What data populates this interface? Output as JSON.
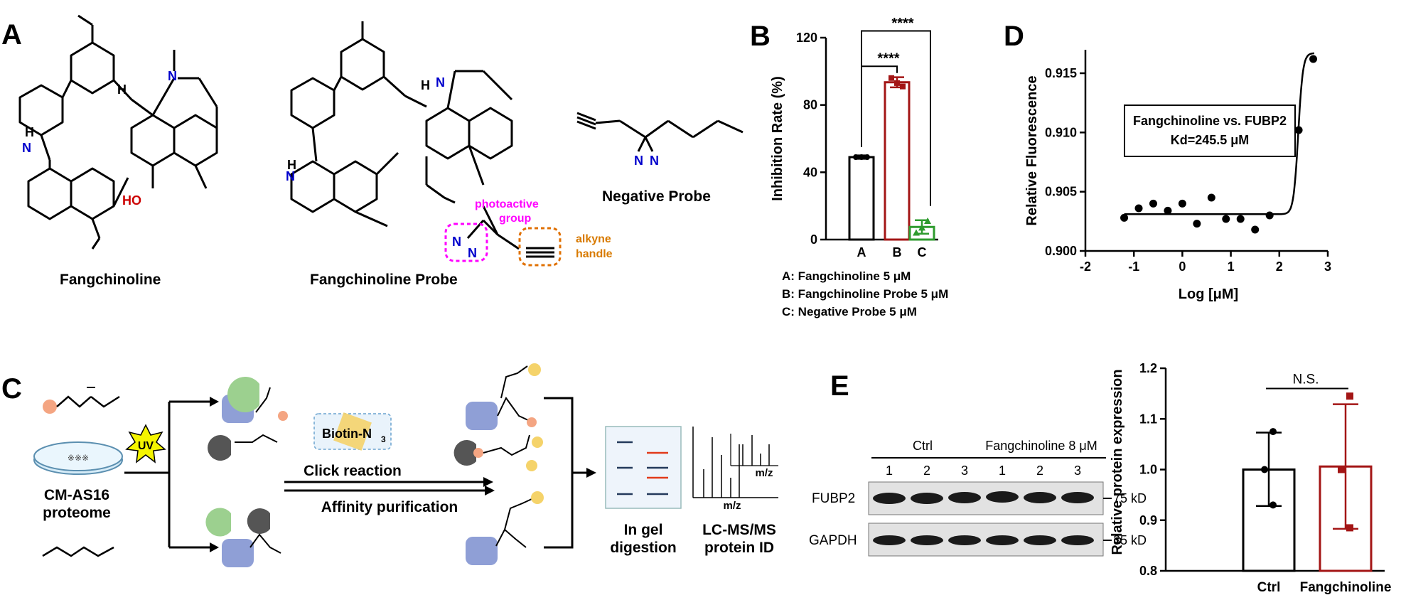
{
  "panels": {
    "A": {
      "letter": "A",
      "structures": [
        {
          "name": "Fangchinoline"
        },
        {
          "name": "Fangchinoline Probe"
        },
        {
          "name": "Negative Probe"
        }
      ],
      "annotations": {
        "photoactive": [
          "photoactive",
          "group"
        ],
        "alkyne": [
          "alkyne",
          "handle"
        ]
      },
      "atoms": {
        "H": "H",
        "N": "N",
        "HO": "HO"
      }
    },
    "B": {
      "letter": "B",
      "legend": [
        "A: Fangchinoline 5 μM",
        "B: Fangchinoline Probe 5 μM",
        "C: Negative Probe 5 μM"
      ],
      "significance": [
        "****",
        "****"
      ]
    },
    "C": {
      "letter": "C",
      "uv": "UV",
      "biotin": "Biotin-N",
      "biotin_sub": "3",
      "proteome": [
        "CM-AS16",
        "proteome"
      ],
      "click": "Click reaction",
      "affinity": "Affinity purification",
      "gel": [
        "In gel",
        "digestion"
      ],
      "lcms": [
        "LC-MS/MS",
        "protein ID"
      ],
      "mz1": "m/z",
      "mz2": "m/z"
    },
    "D": {
      "letter": "D",
      "box": [
        "Fangchinoline vs. FUBP2",
        "Kd=245.5 μM"
      ]
    },
    "E": {
      "letter": "E",
      "groups": [
        "Ctrl",
        "Fangchinoline 8 μM"
      ],
      "lanes": [
        "1",
        "2",
        "3",
        "1",
        "2",
        "3"
      ],
      "rows": [
        {
          "name": "FUBP2",
          "size": "75 kD"
        },
        {
          "name": "GAPDH",
          "size": "35 kD"
        }
      ],
      "significance": "N.S."
    }
  },
  "chart_data": [
    {
      "id": "B",
      "type": "bar",
      "categories": [
        "A",
        "B",
        "C"
      ],
      "values": [
        49,
        93.5,
        7.5
      ],
      "errors": [
        1,
        3,
        4
      ],
      "points": [
        [
          49,
          49,
          49
        ],
        [
          96,
          93,
          91
        ],
        [
          4,
          7,
          11
        ]
      ],
      "colors": [
        "#000000",
        "#a31515",
        "#2e9b2e"
      ],
      "ylabel": "Inhibition Rate (%)",
      "ylim": [
        0,
        120
      ],
      "yticks": [
        0,
        40,
        80,
        120
      ]
    },
    {
      "id": "D",
      "type": "scatter",
      "xlabel": "Log [μM]",
      "ylabel": "Relative Fluorescence",
      "xlim": [
        -2,
        3
      ],
      "ylim": [
        0.9,
        0.9165
      ],
      "xticks": [
        -2,
        -1,
        0,
        1,
        2,
        3
      ],
      "yticks": [
        0.9,
        0.905,
        0.91,
        0.915
      ],
      "ytick_labels": [
        "0.900",
        "0.905",
        "0.910",
        "0.915"
      ],
      "x": [
        -1.2,
        -0.9,
        -0.6,
        -0.3,
        0,
        0.3,
        0.6,
        0.9,
        1.2,
        1.5,
        1.8,
        2.4,
        2.7
      ],
      "y": [
        0.9028,
        0.9036,
        0.904,
        0.9034,
        0.904,
        0.9023,
        0.9045,
        0.9027,
        0.9027,
        0.9018,
        0.903,
        0.9102,
        0.9162
      ],
      "fit": {
        "bottom": 0.9031,
        "top": 0.9167,
        "logkd": 2.39,
        "slope": 9
      }
    },
    {
      "id": "E",
      "type": "bar",
      "categories": [
        "Ctrl",
        "Fangchinoline"
      ],
      "values": [
        1.0,
        1.006
      ],
      "err_low": [
        0.928,
        0.883
      ],
      "err_high": [
        1.073,
        1.129
      ],
      "points": [
        [
          1.075,
          1.0,
          0.93
        ],
        [
          1.145,
          1.0,
          0.885
        ]
      ],
      "colors": [
        "#000000",
        "#a31515"
      ],
      "ylabel": "Relative protein expression",
      "ylim": [
        0.8,
        1.2
      ],
      "yticks": [
        0.8,
        0.9,
        1.0,
        1.1,
        1.2
      ],
      "ytick_labels": [
        "0.8",
        "0.9",
        "1.0",
        "1.1",
        "1.2"
      ]
    }
  ]
}
